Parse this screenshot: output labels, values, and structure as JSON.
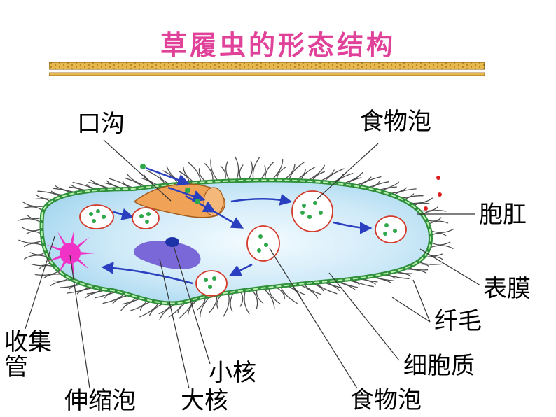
{
  "title": "草履虫的形态结构",
  "labels": {
    "oral_groove": "口沟",
    "food_vacuole_top": "食物泡",
    "anal_pore": "胞肛",
    "pellicle": "表膜",
    "cilia": "纤毛",
    "collecting_tube_line1": "收集",
    "collecting_tube_line2": "管",
    "cytoplasm": "细胞质",
    "micronucleus": "小核",
    "contractile_vacuole": "伸缩泡",
    "macronucleus": "大核",
    "food_vacuole_bottom": "食物泡"
  },
  "colors": {
    "title": "#e0429a",
    "divider": "#d7a23a",
    "cytoplasm": "#bfe4f6",
    "pellicle_green": "#2f8f3a",
    "cilia": "#4d4d4d",
    "arrow": "#2a3fbf",
    "vacuole_ring": "#d43a2a",
    "oral_groove": "#f0a257",
    "contractile_vacuole": "#f033c6",
    "macronucleus": "#7b68d8",
    "micronucleus": "#1f33a8"
  }
}
